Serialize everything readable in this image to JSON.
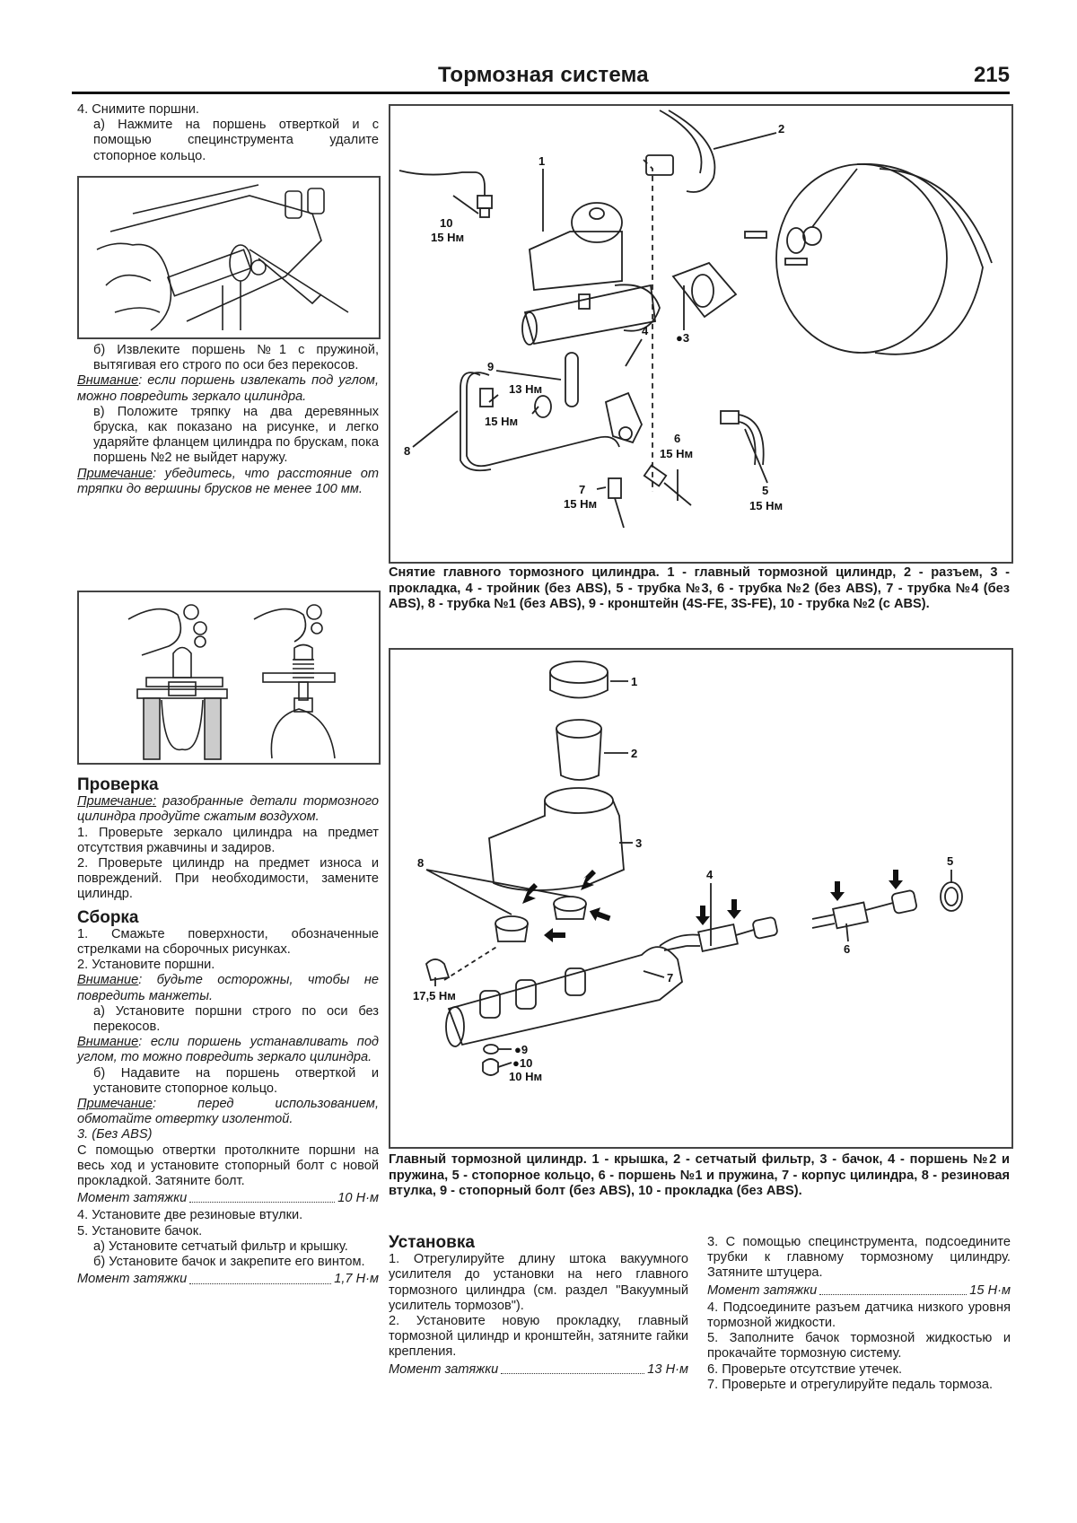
{
  "header": {
    "title": "Тормозная система",
    "page_number": "215"
  },
  "left_column": {
    "step4": "4. Снимите поршни.",
    "step4a": "а) Нажмите на поршень отверткой и с помощью специнструмента удалите стопорное кольцо.",
    "step4b": "б) Извлеките поршень №1 с пружиной, вытягивая его строго по оси без перекосов.",
    "warning1_label": "Внимание",
    "warning1_text": ": если поршень извлекать под углом, можно повредить зеркало цилиндра.",
    "step4v": "в) Положите тряпку на два деревянных бруска, как показано на рисунке, и легко ударяйте фланцем цилиндра по брускам, пока поршень №2 не выйдет наружу.",
    "note1_label": "Примечание",
    "note1_text": ": убедитесь, что расстояние от тряпки до вершины брусков не менее 100 мм.",
    "check_heading": "Проверка",
    "note2_label": "Примечание:",
    "note2_text": " разобранные детали тормозного цилиндра продуйте сжатым воздухом.",
    "check1": "1. Проверьте зеркало цилиндра на предмет отсутствия ржавчины и задиров.",
    "check2": "2. Проверьте цилиндр на предмет износа и повреждений. При необходимости, замените цилиндр.",
    "assembly_heading": "Сборка",
    "asm1": "1. Смажьте поверхности, обозначенные стрелками на сборочных рисунках.",
    "asm2": "2. Установите поршни.",
    "warning2_label": "Внимание",
    "warning2_text": ": будьте осторожны, чтобы не повредить манжеты.",
    "asm2a": "а) Установите поршни строго по оси без перекосов.",
    "warning3_label": "Внимание",
    "warning3_text": ": если поршень устанавливать под углом, то можно повредить зеркало цилиндра.",
    "asm2b": "б) Надавите на поршень отверткой и установите стопорное кольцо.",
    "note3_label": "Примечание",
    "note3_text": ": перед использованием, обмотайте отвертку изолентой.",
    "asm3_title": "3. (Без ABS)",
    "asm3_text": "С помощью отвертки протолкните поршни на весь ход и установите стопорный болт с новой прокладкой. Затяните болт.",
    "torque1_label": "Момент затяжки",
    "torque1_value": "10 Н·м",
    "asm4": "4. Установите две резиновые втулки.",
    "asm5": "5. Установите бачок.",
    "asm5a": "а) Установите сетчатый фильтр и крышку.",
    "asm5b": "б) Установите бачок и закрепите его винтом.",
    "torque2_label": "Момент затяжки",
    "torque2_value": "1,7 Н·м"
  },
  "figure1": {
    "labels": {
      "l1": "1",
      "l2": "2",
      "l3": "●3",
      "l4": "4",
      "l5": "5",
      "l5t": "15 Нм",
      "l6": "6",
      "l6t": "15 Нм",
      "l7": "7",
      "l7t": "15 Нм",
      "l8": "8",
      "l9": "9",
      "l9t": "13 Нм",
      "l8t": "15 Нм",
      "l10": "10",
      "l10t": "15 Нм"
    },
    "caption": "Снятие главного тормозного цилиндра. 1 - главный тормозной цилиндр, 2 - разъем, 3 - прокладка, 4 - тройник (без ABS), 5 - трубка №3, 6 - трубка №2 (без ABS), 7 - трубка №4 (без ABS), 8 - трубка №1 (без ABS), 9 - кронштейн (4S-FE, 3S-FE), 10 - трубка №2 (с ABS)."
  },
  "figure2": {
    "labels": {
      "l1": "1",
      "l2": "2",
      "l3": "3",
      "l4": "4",
      "l5": "5",
      "l6": "6",
      "l7": "7",
      "l8": "8",
      "l9": "●9",
      "l10": "●10",
      "l10t": "10 Нм",
      "lbolt": "17,5 Нм"
    },
    "caption": "Главный тормозной цилиндр. 1 - крышка, 2 - сетчатый фильтр, 3 - бачок, 4 - поршень №2 и пружина, 5 - стопорное кольцо, 6 - поршень №1 и пружина, 7 - корпус цилиндра, 8 - резиновая втулка, 9 - стопорный болт (без ABS), 10 - прокладка (без ABS)."
  },
  "installation": {
    "heading": "Установка",
    "inst1": "1. Отрегулируйте длину штока вакуумного усилителя до установки на него главного тормозного цилиндра (см. раздел \"Вакуумный усилитель тормозов\").",
    "inst2": "2. Установите новую прокладку, главный тормозной цилиндр и кронштейн, затяните гайки крепления.",
    "torque3_label": "Момент затяжки",
    "torque3_value": "13 Н·м",
    "inst3": "3. С помощью специнструмента, подсоедините трубки к главному тормозному цилиндру. Затяните штуцера.",
    "torque4_label": "Момент затяжки",
    "torque4_value": "15 Н·м",
    "inst4": "4. Подсоедините разъем датчика низкого уровня тормозной жидкости.",
    "inst5": "5. Заполните бачок тормозной жидкостью и прокачайте тормозную систему.",
    "inst6": "6. Проверьте отсутствие утечек.",
    "inst7": "7. Проверьте и отрегулируйте педаль тормоза."
  }
}
